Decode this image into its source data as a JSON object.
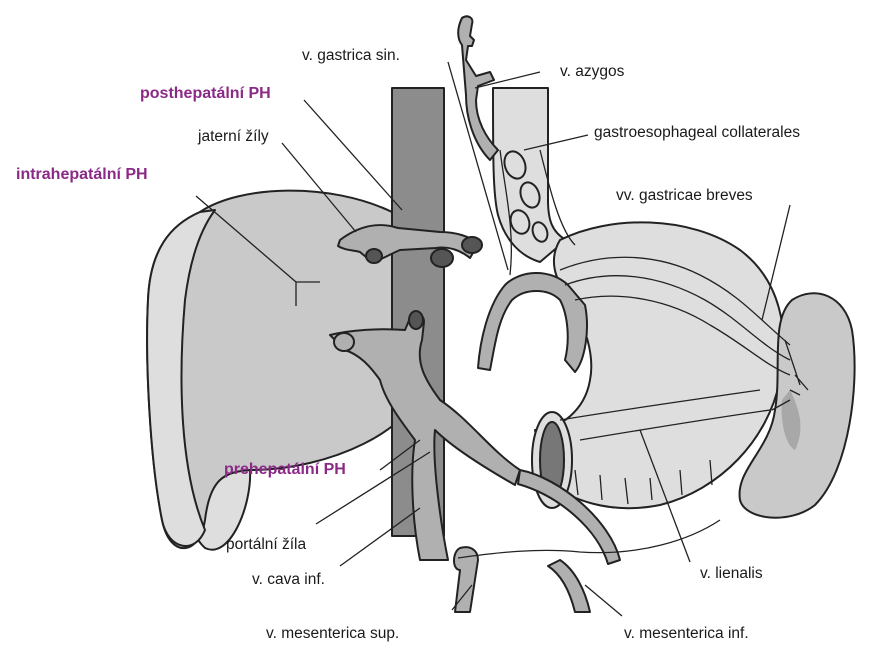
{
  "colors": {
    "outline": "#222222",
    "organ_fill": "#c9c9c9",
    "organ_light": "#dedede",
    "vessel_fill": "#b0b0b0",
    "ivc_fill": "#8c8c8c",
    "highlight_label": "#8b2a86"
  },
  "labels": {
    "gastrica_sin": "v. gastrica sin.",
    "azygos": "v. azygos",
    "posthepatalni": "posthepatální PH",
    "jaterni_zily": "jaterní žíly",
    "gastroesophageal": "gastroesophageal collaterales",
    "intrahepatalni": "intrahepatální PH",
    "gastricae_breves": "vv. gastricae breves",
    "prehepatalni": "prehepatální PH",
    "portalni_zila": "portální žíla",
    "cava_inf": "v. cava inf.",
    "lienalis": "v. lienalis",
    "mesenterica_sup": "v. mesenterica sup.",
    "mesenterica_inf": "v. mesenterica inf."
  }
}
